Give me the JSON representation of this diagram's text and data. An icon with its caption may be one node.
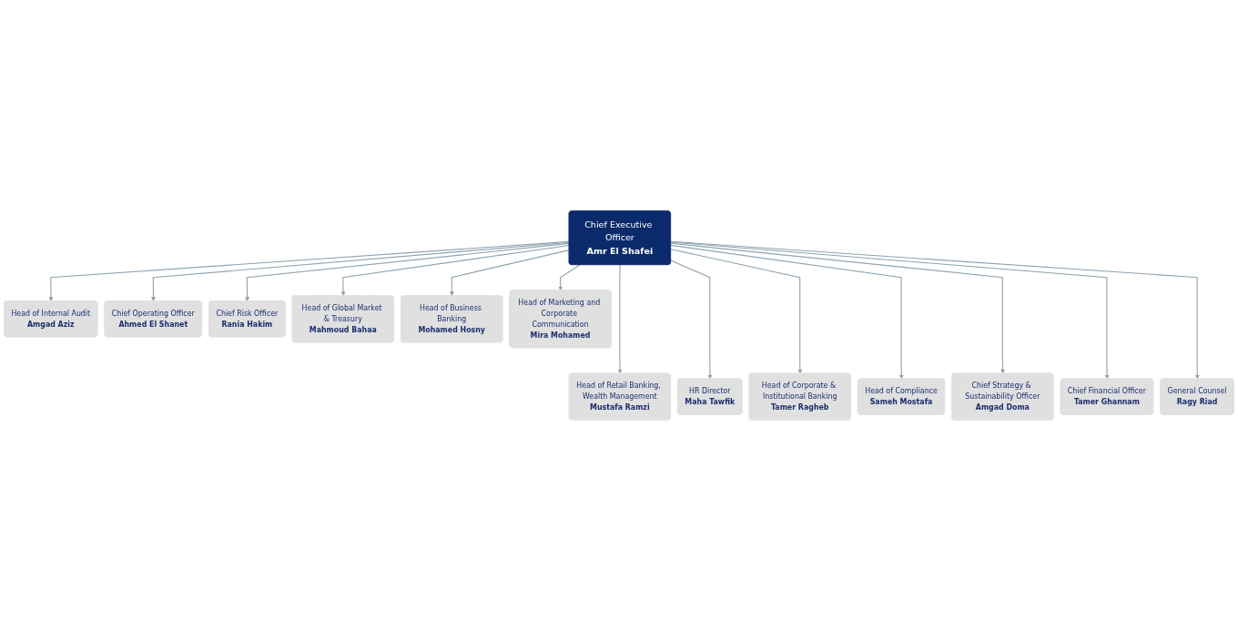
{
  "diagram": {
    "nodes": [
      {
        "text": [
          "Chief Executive Officer",
          "Amr El Shafei"
        ]
      },
      {
        "text": [
          "Head of Internal Audit",
          "Amgad Aziz"
        ]
      },
      {
        "text": [
          "Chief Operating Officer",
          "Ahmed El Shanet"
        ]
      },
      {
        "text": [
          "Chief Risk Officer",
          "Rania Hakim"
        ]
      },
      {
        "text": [
          "Head of Global Market & Treasury",
          "Mahmoud Bahaa"
        ]
      },
      {
        "text": [
          "Head of Business Banking",
          "Mohamed Hosny"
        ]
      },
      {
        "text": [
          "Head of Marketing and Corporate Communication",
          "Mira Mohamed"
        ]
      },
      {
        "text": [
          "Head of Retail Banking, Wealth Management",
          "Mustafa Ramzi"
        ]
      },
      {
        "text": [
          "HR Director",
          "Maha Tawfik"
        ]
      },
      {
        "text": [
          "Head of Corporate & Institutional Banking",
          "Tamer Ragheb"
        ]
      },
      {
        "text": [
          "Head of Compliance",
          "Sameh Mostafa"
        ]
      },
      {
        "text": [
          "Chief Strategy & Sustainability Officer",
          "Amgad Doma"
        ]
      },
      {
        "text": [
          "Chief Financial Officer",
          "Tamer Ghannam"
        ]
      },
      {
        "text": [
          "General Counsel",
          "Ragy Riad"
        ]
      }
    ],
    "edges": [
      {
        "from": 0,
        "to": 1,
        "arrow": "to"
      },
      {
        "from": 0,
        "to": 2,
        "arrow": "to"
      },
      {
        "from": 0,
        "to": 3,
        "arrow": "to"
      },
      {
        "from": 0,
        "to": 4,
        "arrow": "to"
      },
      {
        "from": 0,
        "to": 5,
        "arrow": "to"
      },
      {
        "from": 0,
        "to": 6,
        "arrow": "to"
      },
      {
        "from": 0,
        "to": 7,
        "arrow": "to"
      },
      {
        "from": 0,
        "to": 8,
        "arrow": "to"
      },
      {
        "from": 0,
        "to": 9,
        "arrow": "to"
      },
      {
        "from": 0,
        "to": 10,
        "arrow": "to"
      },
      {
        "from": 0,
        "to": 11,
        "arrow": "to"
      },
      {
        "from": 0,
        "to": 12,
        "arrow": "to"
      },
      {
        "from": 0,
        "to": 13,
        "arrow": "to"
      }
    ]
  }
}
